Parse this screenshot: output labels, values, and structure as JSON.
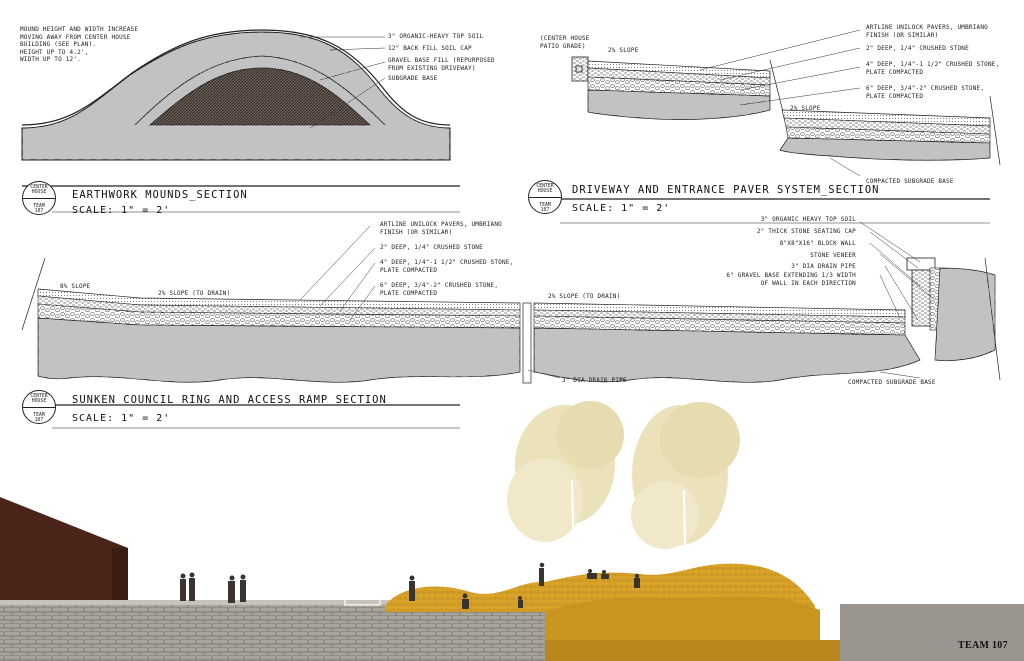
{
  "earthwork": {
    "left_note": "MOUND HEIGHT AND WIDTH INCREASE\nMOVING AWAY FROM CENTER HOUSE\nBUILDING (SEE PLAN).\nHEIGHT UP TO 4.2',\nWIDTH UP TO 12'.",
    "labels": [
      "3\" ORGANIC-HEAVY TOP SOIL",
      "12\" BACK FILL SOIL CAP",
      "GRAVEL BASE FILL (REPURPOSED\nFROM EXISTING DRIVEWAY)",
      "SUBGRADE BASE"
    ],
    "title": "EARTHWORK MOUNDS_SECTION",
    "scale": "SCALE:  1\" = 2'"
  },
  "driveway": {
    "center_note": "(CENTER HOUSE\nPATIO GRADE)",
    "slope_top": "2% SLOPE",
    "slope_low": "2% SLOPE",
    "labels": [
      "ARTLINE UNILOCK PAVERS, UMBRIANO\nFINISH (OR SIMILAR)",
      "2\" DEEP, 1/4\" CRUSHED STONE",
      "4\" DEEP, 1/4\"-1 1/2\" CRUSHED STONE,\nPLATE COMPACTED",
      "6\" DEEP, 3/4\"-2\" CRUSHED STONE,\nPLATE COMPACTED"
    ],
    "subgrade": "COMPACTED SUBGRADE BASE",
    "title": "DRIVEWAY AND ENTRANCE PAVER SYSTEM_SECTION",
    "scale": "SCALE:  1\" = 2'"
  },
  "sunken": {
    "labels_left": [
      "ARTLINE UNILOCK PAVERS, UMBRIANO\nFINISH (OR SIMILAR)",
      "2\" DEEP, 1/4\" CRUSHED STONE",
      "4\" DEEP, 1/4\"-1 1/2\" CRUSHED STONE,\nPLATE COMPACTED",
      "6\" DEEP, 3/4\"-2\" CRUSHED STONE,\nPLATE COMPACTED"
    ],
    "labels_right": [
      "3\" ORGANIC HEAVY TOP SOIL",
      "2\" THICK STONE SEATING CAP",
      "8\"x8\"x16\" BLOCK WALL",
      "STONE VENEER",
      "3\" DIA DRAIN PIPE",
      "6\" GRAVEL BASE EXTENDING 1/3 WIDTH\nOF WALL IN EACH DIRECTION"
    ],
    "slope_8": "8% SLOPE",
    "slope_left": "2% SLOPE (TO DRAIN)",
    "slope_right": "2% SLOPE (TO DRAIN)",
    "drain_label": "3\" DIA DRAIN PIPE",
    "subgrade": "COMPACTED SUBGRADE BASE",
    "title": "SUNKEN COUNCIL RING AND ACCESS RAMP_SECTION",
    "scale": "SCALE:  1\" = 2'"
  },
  "badge": {
    "top": "CENTER\nHOUSE",
    "bottom": "TEAM\n107"
  },
  "team": "TEAM 107",
  "colors": {
    "ink": "#222222",
    "grass": "#d9a32a",
    "grass_dark": "#b8861a",
    "paving": "#9a958e",
    "roof": "#4a2418",
    "tree": "#e8ddb0"
  }
}
